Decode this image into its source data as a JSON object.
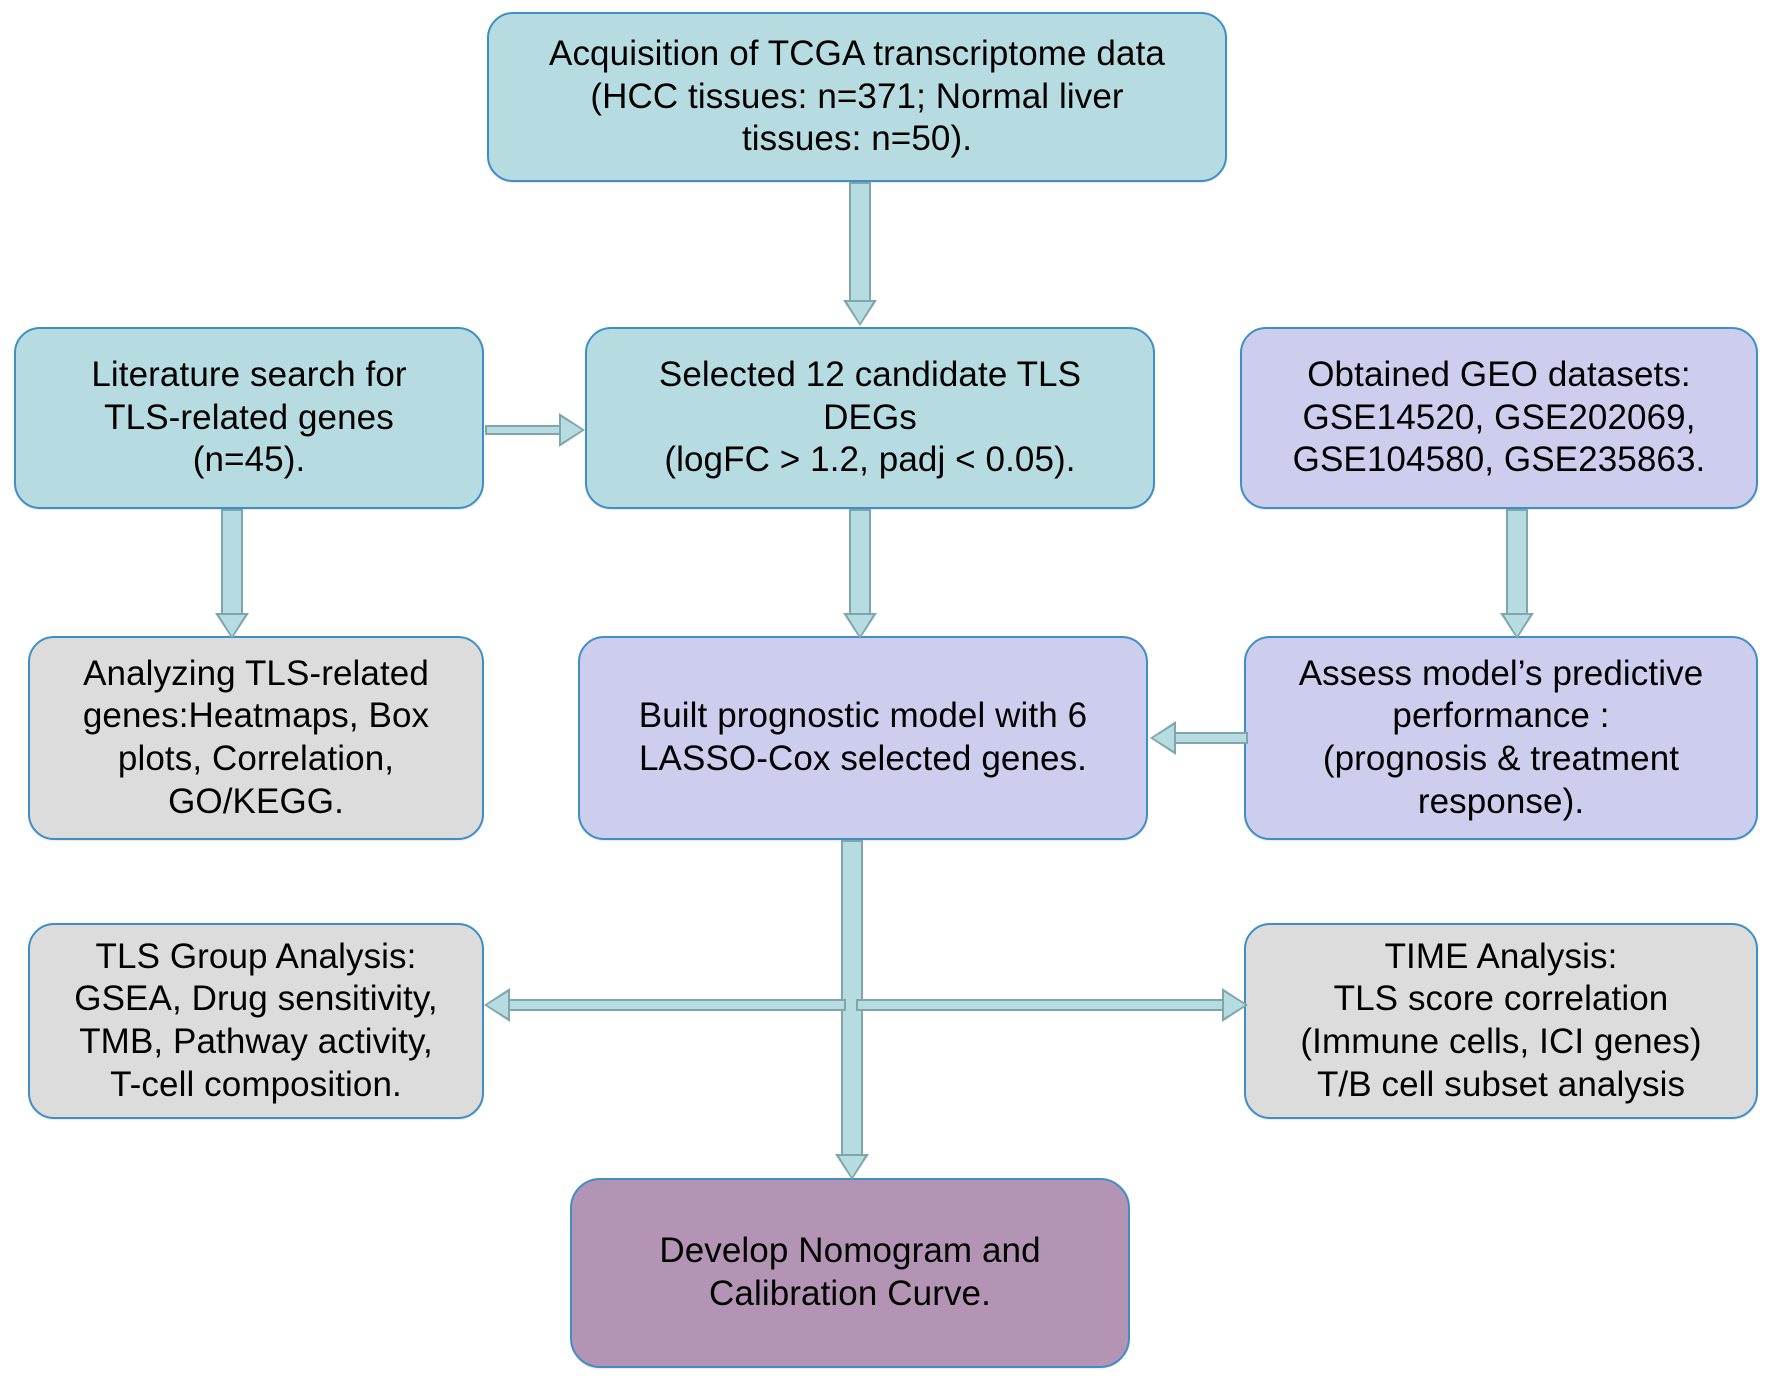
{
  "diagram": {
    "title": "TLS-related prognostic model study workflow",
    "type": "flowchart",
    "colors": {
      "teal_fill": "#b6dbe0",
      "purple_fill": "#cdcdee",
      "gray_fill": "#dcdcdc",
      "mauve_fill": "#b494b4",
      "node_border": "#3f8fc6",
      "arrow_fill": "#b6dbe0",
      "arrow_border": "#7fa7ab",
      "background": "#ffffff",
      "text": "#000000"
    }
  },
  "nodes": {
    "acquisition": {
      "id": "acquisition",
      "label": "Acquisition of TCGA transcriptome data\n(HCC tissues: n=371; Normal liver\ntissues: n=50).",
      "fill": "teal"
    },
    "literature": {
      "id": "literature",
      "label": "Literature search for\nTLS-related genes\n(n=45).",
      "fill": "teal"
    },
    "degs": {
      "id": "degs",
      "label": "Selected 12 candidate TLS\nDEGs\n(logFC > 1.2, padj < 0.05).",
      "fill": "teal"
    },
    "geo": {
      "id": "geo",
      "label": "Obtained GEO datasets:\nGSE14520, GSE202069,\nGSE104580, GSE235863.",
      "fill": "purple"
    },
    "analyzing": {
      "id": "analyzing",
      "label": "Analyzing TLS-related\ngenes:Heatmaps, Box\nplots, Correlation,\nGO/KEGG.",
      "fill": "gray"
    },
    "model": {
      "id": "model",
      "label": "Built prognostic model with 6\nLASSO-Cox selected genes.",
      "fill": "purple"
    },
    "assess": {
      "id": "assess",
      "label": "Assess model’s predictive\nperformance :\n(prognosis & treatment\nresponse).",
      "fill": "purple"
    },
    "tls_group": {
      "id": "tls_group",
      "label": "TLS Group Analysis:\nGSEA, Drug sensitivity,\nTMB, Pathway activity,\nT-cell composition.",
      "fill": "gray"
    },
    "time_analysis": {
      "id": "time_analysis",
      "label": "TIME Analysis:\nTLS score correlation\n(Immune cells, ICI genes)\nT/B cell subset analysis",
      "fill": "gray"
    },
    "nomogram": {
      "id": "nomogram",
      "label": "Develop Nomogram and\nCalibration Curve.",
      "fill": "mauve"
    }
  },
  "edges": [
    {
      "id": "acquisition-to-degs",
      "from": "acquisition",
      "to": "degs",
      "direction": "down"
    },
    {
      "id": "literature-to-degs",
      "from": "literature",
      "to": "degs",
      "direction": "right"
    },
    {
      "id": "literature-to-analyzing",
      "from": "literature",
      "to": "analyzing",
      "direction": "down"
    },
    {
      "id": "degs-to-model",
      "from": "degs",
      "to": "model",
      "direction": "down"
    },
    {
      "id": "geo-to-assess",
      "from": "geo",
      "to": "assess",
      "direction": "down"
    },
    {
      "id": "assess-to-model",
      "from": "assess",
      "to": "model",
      "direction": "left"
    },
    {
      "id": "model-to-nomogram",
      "from": "model",
      "to": "nomogram",
      "direction": "down"
    },
    {
      "id": "model-to-tls-group",
      "from": "model",
      "to": "tls_group",
      "direction": "left"
    },
    {
      "id": "model-to-time-analysis",
      "from": "model",
      "to": "time_analysis",
      "direction": "right"
    }
  ]
}
